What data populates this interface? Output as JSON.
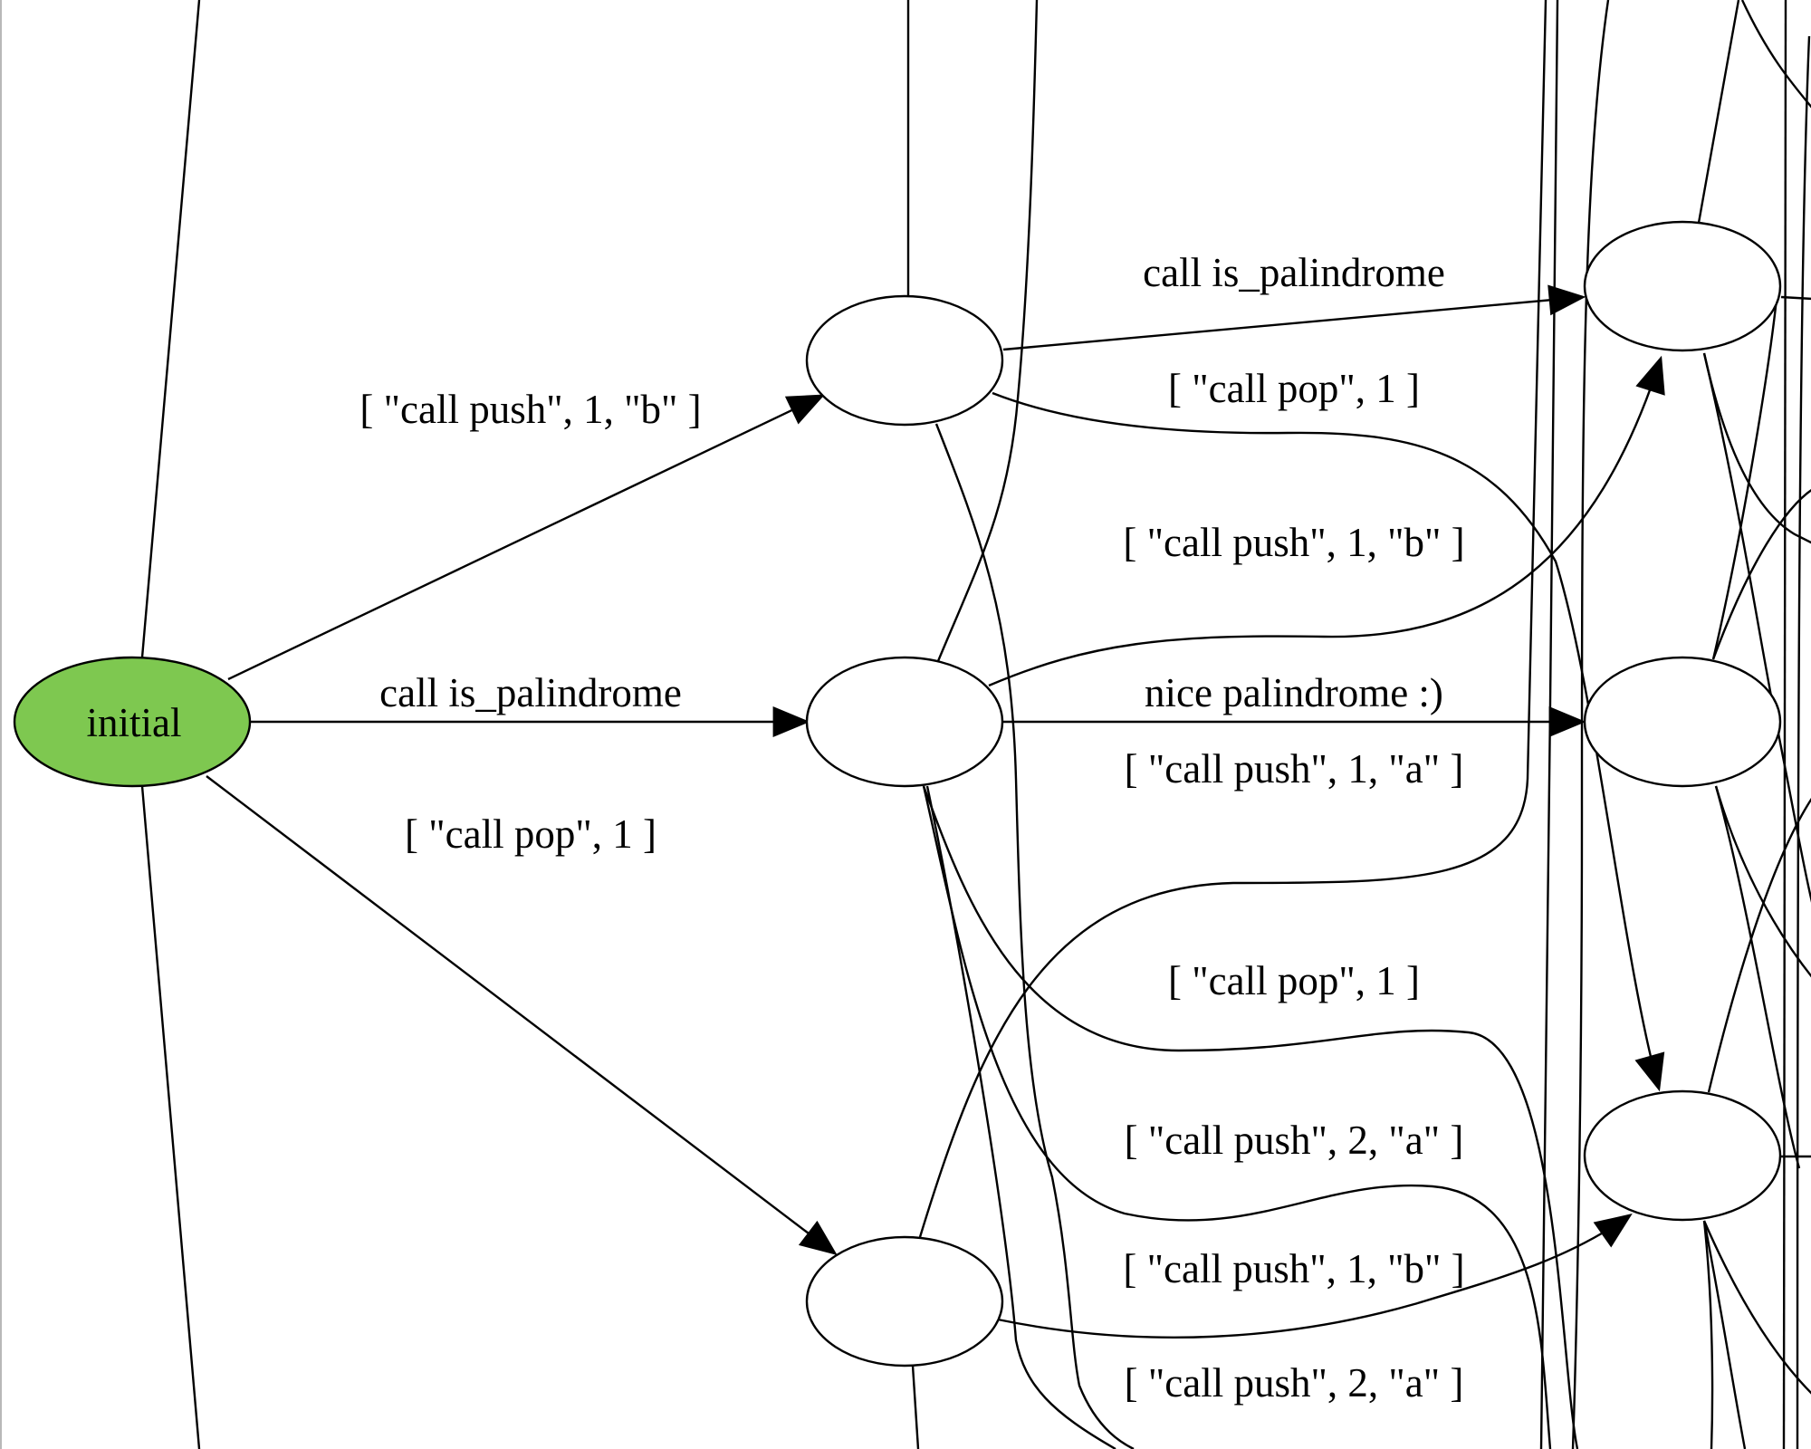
{
  "diagram": {
    "type": "state-machine graph",
    "colors": {
      "initial_fill": "#7ec850",
      "node_fill": "#ffffff",
      "stroke": "#000000"
    },
    "nodes": [
      {
        "id": "initial",
        "label": "initial"
      },
      {
        "id": "m1",
        "label": ""
      },
      {
        "id": "m2",
        "label": ""
      },
      {
        "id": "m3",
        "label": ""
      },
      {
        "id": "r1",
        "label": ""
      },
      {
        "id": "r2",
        "label": ""
      },
      {
        "id": "r3",
        "label": ""
      }
    ],
    "edges": [
      {
        "from": "initial",
        "to": "m1",
        "label": "[ \"call push\", 1, \"b\" ]"
      },
      {
        "from": "initial",
        "to": "m2",
        "label": "call is_palindrome"
      },
      {
        "from": "initial",
        "to": "m3",
        "label": "[ \"call pop\", 1 ]"
      },
      {
        "from": "m1",
        "to": "r1",
        "label": "call is_palindrome"
      },
      {
        "from": "m1",
        "to": "r3",
        "label": "[ \"call pop\", 1 ]"
      },
      {
        "from": "m2",
        "to": "r1",
        "label": "[ \"call push\", 1, \"b\" ]"
      },
      {
        "from": "m2",
        "to": "r2",
        "label": "nice palindrome :)"
      },
      {
        "from": "m3",
        "to": "offscreen",
        "label": "[ \"call push\", 1, \"a\" ]"
      },
      {
        "from": "m2",
        "to": "offscreen",
        "label": "[ \"call pop\", 1 ]"
      },
      {
        "from": "m1",
        "to": "offscreen",
        "label": "[ \"call push\", 2, \"a\" ]"
      },
      {
        "from": "m3",
        "to": "r3",
        "label": "[ \"call push\", 1, \"b\" ]"
      },
      {
        "from": "m2",
        "to": "offscreen",
        "label": "[ \"call push\", 2, \"a\" ]"
      }
    ]
  }
}
